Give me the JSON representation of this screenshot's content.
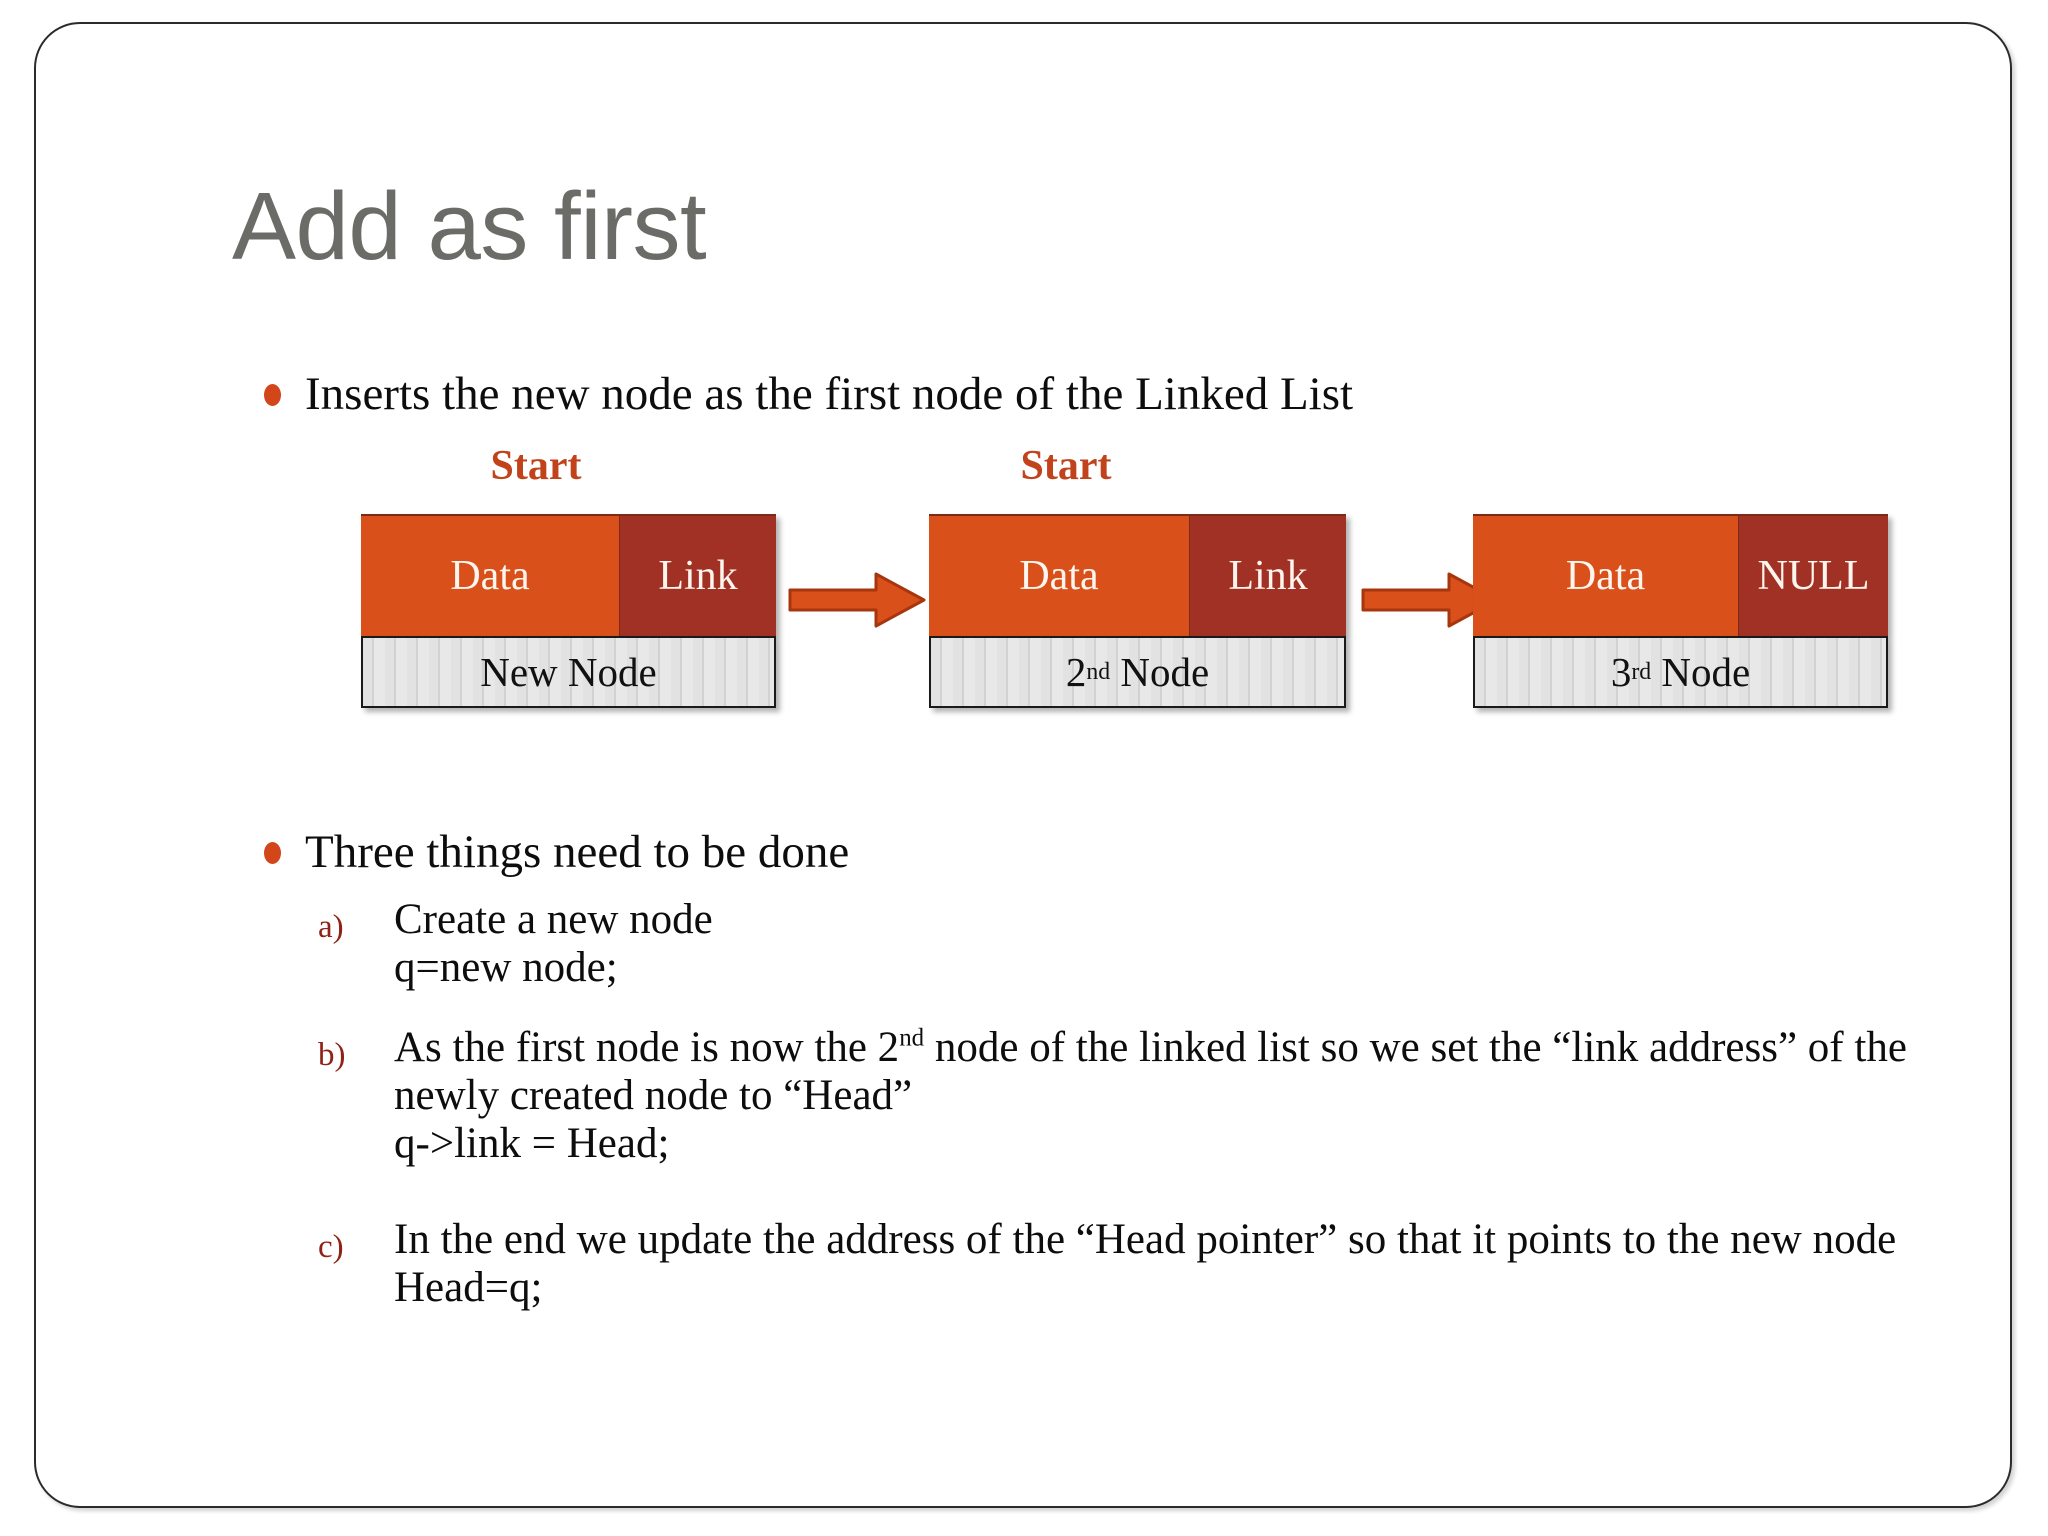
{
  "slide": {
    "title": "Add as first",
    "bullets": [
      {
        "text": "Inserts the new node as the first node of the Linked List"
      },
      {
        "text": "Three things need to be done"
      }
    ],
    "sub_items": [
      {
        "marker": "a)",
        "lines": [
          "Create a new node",
          "q=new node;"
        ]
      },
      {
        "marker": "b)",
        "lines": [
          "As the first node is now the 2nd node of the linked list so we set the “link address” of the newly created node to “Head”",
          "q->link = Head;"
        ]
      },
      {
        "marker": "c)",
        "lines": [
          "In the end we update the address of the “Head pointer” so that it points to the new node",
          "Head=q;"
        ]
      }
    ],
    "diagram": {
      "start_label": "Start",
      "nodes": [
        {
          "data_label": "Data",
          "link_label": "Link",
          "caption_number": "New",
          "caption_suffix": "",
          "caption_word": "Node",
          "caption_full": "New Node",
          "has_start": true
        },
        {
          "data_label": "Data",
          "link_label": "Link",
          "caption_number": "2",
          "caption_suffix": "nd",
          "caption_word": "Node",
          "caption_full": "2nd Node",
          "has_start": true
        },
        {
          "data_label": "Data",
          "link_label": "NULL",
          "caption_number": "3",
          "caption_suffix": "rd",
          "caption_word": "Node",
          "caption_full": "3rd Node",
          "has_start": false
        }
      ],
      "arrow_count": 2
    },
    "colors": {
      "title": "#6b6b68",
      "bullet": "#d2461a",
      "data_cell": "#d9501a",
      "link_cell": "#a13124",
      "start_label": "#c1431b",
      "sub_marker": "#8f2116",
      "caption_bg": "#e2e2e2"
    }
  }
}
